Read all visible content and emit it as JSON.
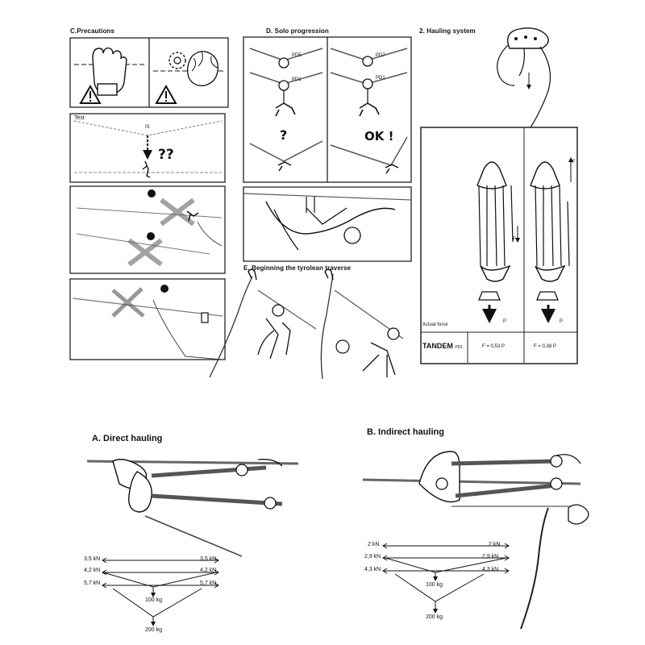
{
  "sections": {
    "precautions": "C.Precautions",
    "solo": "D. Solo progression",
    "hauling": "2. Hauling system",
    "tyrolean": "E. Beginning the tyrolean traverse",
    "direct": "A. Direct hauling",
    "indirect": "B. Indirect hauling"
  },
  "test": {
    "label": "Test",
    "marker": "IS",
    "question": "??"
  },
  "solo": {
    "pd_top_left": "PD5",
    "pd_mid_left": "PD1",
    "pd_top_right": "PD7",
    "pd_mid_right": "PD1",
    "question": "?",
    "ok": "OK !"
  },
  "hauling": {
    "f_label": "F",
    "f_label_left": "F",
    "p_left": "P",
    "p_right": "P",
    "actual_force": "Actual force",
    "tandem": "TANDEM",
    "tandem_sub": "PD1",
    "force_left": "F = 0,53 P",
    "force_right": "F = 0,38 P"
  },
  "direct": {
    "left": [
      "3,5 kN",
      "4,2 kN",
      "5,7 kN"
    ],
    "right": [
      "3,5 kN",
      "4,2 kN",
      "5,7 kN"
    ],
    "mid": "100 kg",
    "bottom": "200 kg"
  },
  "indirect": {
    "left": [
      "2 kN",
      "2,9 kN",
      "4,3 kN"
    ],
    "right": [
      "2 kN",
      "2,9 kN",
      "4,3 kN"
    ],
    "mid": "100 kg",
    "bottom": "200 kg"
  }
}
